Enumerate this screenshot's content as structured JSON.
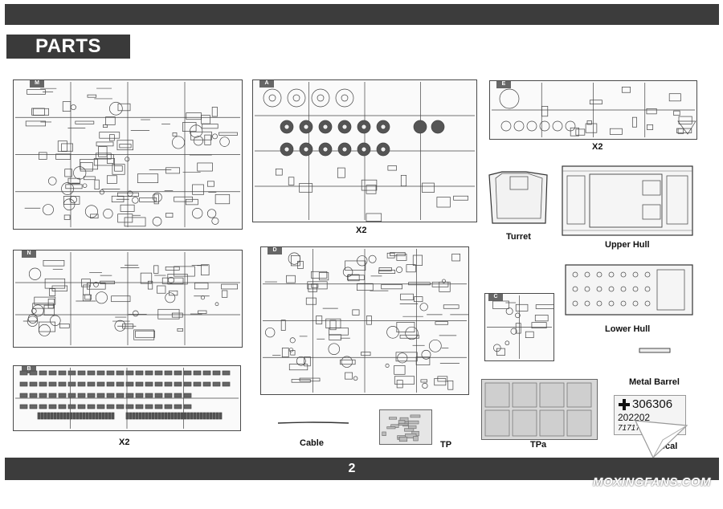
{
  "page": {
    "title": "PARTS",
    "page_number": "2",
    "watermark": "MOXINGFANS.COM"
  },
  "sprues": [
    {
      "id": "left-top",
      "tag": "M"
    },
    {
      "id": "A",
      "tag": "A"
    },
    {
      "id": "E",
      "tag": "E",
      "caption": "X2"
    },
    {
      "id": "N",
      "tag": "N"
    },
    {
      "id": "D",
      "tag": "D"
    },
    {
      "id": "B",
      "tag": "B",
      "caption": "X2"
    },
    {
      "id": "C",
      "tag": "C"
    }
  ],
  "captions": {
    "a_qty": "X2",
    "turret": "Turret",
    "upper_hull": "Upper Hull",
    "lower_hull": "Lower Hull",
    "metal_barrel": "Metal Barrel",
    "cable": "Cable",
    "tp": "TP",
    "tpa": "TPa",
    "decal": "Decal"
  },
  "decal_text": {
    "row1": "306306",
    "row2": "202202",
    "row3": "717171"
  }
}
